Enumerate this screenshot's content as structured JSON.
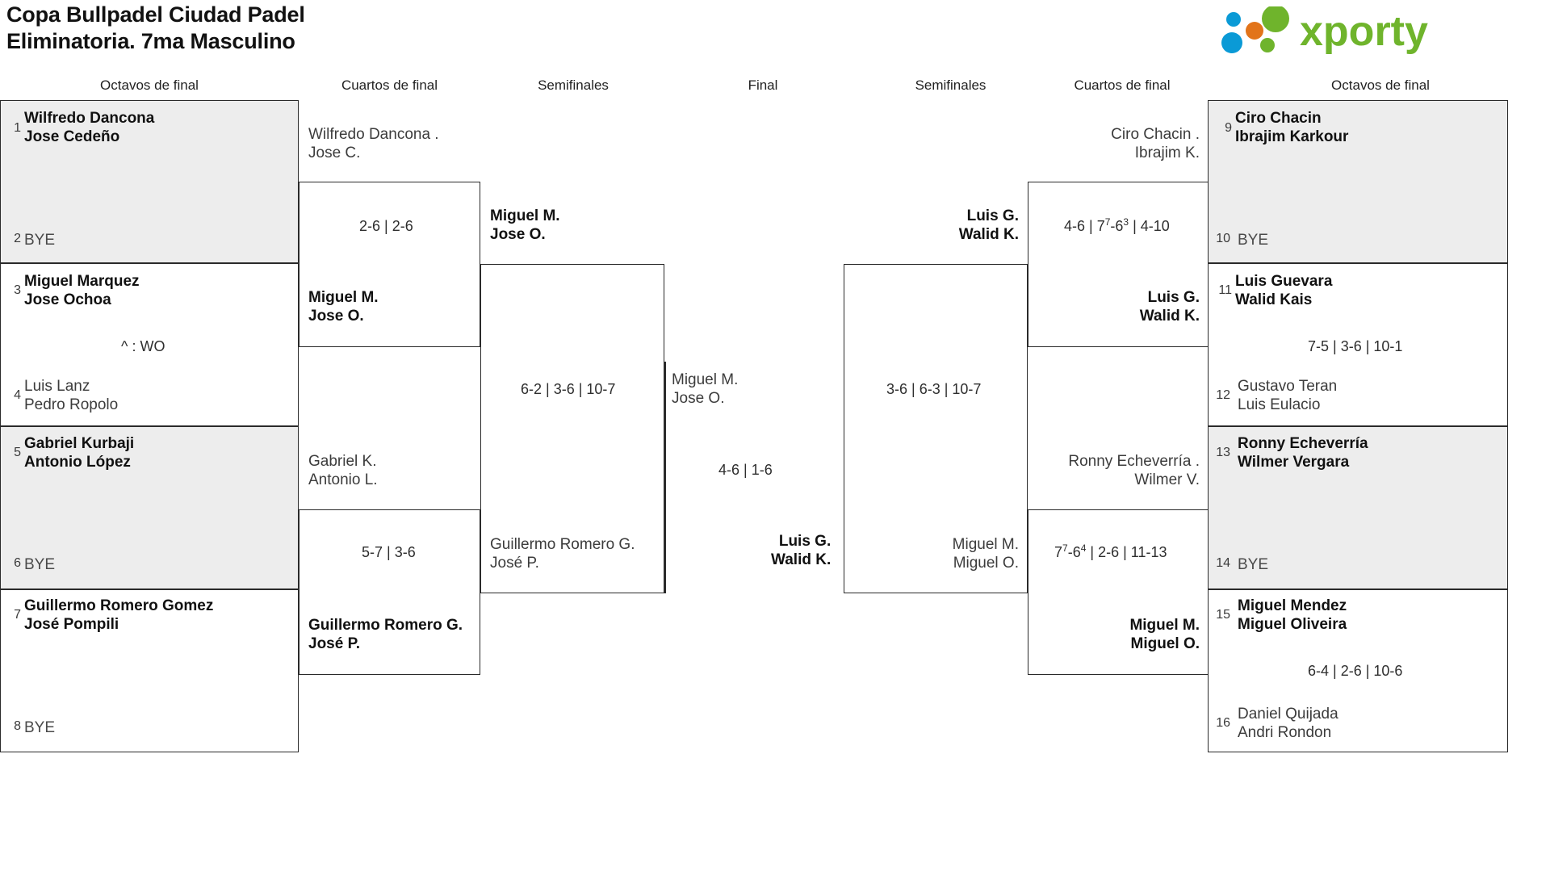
{
  "header": {
    "title_line1": "Copa Bullpadel Ciudad Padel",
    "title_line2": "Eliminatoria. 7ma Masculino",
    "logo_text": "xporty",
    "logo_colors": {
      "green": "#6fb42c",
      "blue": "#0a9ad6",
      "orange": "#e2741a"
    }
  },
  "rounds": [
    {
      "key": "r16_left",
      "label": "Octavos de final"
    },
    {
      "key": "qf_left",
      "label": "Cuartos de final"
    },
    {
      "key": "sf_left",
      "label": "Semifinales"
    },
    {
      "key": "final",
      "label": "Final"
    },
    {
      "key": "sf_right",
      "label": "Semifinales"
    },
    {
      "key": "qf_right",
      "label": "Cuartos de final"
    },
    {
      "key": "r16_right",
      "label": "Octavos de final"
    }
  ],
  "labels": {
    "bye": "BYE",
    "walkover": "^ : WO"
  },
  "left_r16": [
    {
      "seed": "1",
      "p1": "Wilfredo Dancona",
      "p2": "Jose Cedeño",
      "winner": true,
      "bye": false
    },
    {
      "seed": "2",
      "p1": "BYE",
      "p2": "",
      "winner": false,
      "bye": true
    },
    {
      "seed": "3",
      "p1": "Miguel Marquez",
      "p2": "Jose Ochoa",
      "winner": true,
      "bye": false
    },
    {
      "seed": "4",
      "p1": "Luis Lanz",
      "p2": "Pedro Ropolo",
      "winner": false,
      "bye": false
    },
    {
      "seed": "5",
      "p1": "Gabriel Kurbaji",
      "p2": "Antonio López",
      "winner": true,
      "bye": false
    },
    {
      "seed": "6",
      "p1": "BYE",
      "p2": "",
      "winner": false,
      "bye": true
    },
    {
      "seed": "7",
      "p1": "Guillermo Romero Gomez",
      "p2": "José Pompili",
      "winner": true,
      "bye": false
    },
    {
      "seed": "8",
      "p1": "BYE",
      "p2": "",
      "winner": false,
      "bye": true
    }
  ],
  "right_r16": [
    {
      "seed": "9",
      "p1": "Ciro Chacin",
      "p2": "Ibrajim Karkour",
      "winner": true,
      "bye": false
    },
    {
      "seed": "10",
      "p1": "BYE",
      "p2": "",
      "winner": false,
      "bye": true
    },
    {
      "seed": "11",
      "p1": "Luis Guevara",
      "p2": "Walid Kais",
      "winner": true,
      "bye": false
    },
    {
      "seed": "12",
      "p1": "Gustavo Teran",
      "p2": "Luis Eulacio",
      "winner": false,
      "bye": false
    },
    {
      "seed": "13",
      "p1": "Ronny Echeverría",
      "p2": "Wilmer Vergara",
      "winner": true,
      "bye": false
    },
    {
      "seed": "14",
      "p1": "BYE",
      "p2": "",
      "winner": false,
      "bye": true
    },
    {
      "seed": "15",
      "p1": "Miguel Mendez",
      "p2": "Miguel Oliveira",
      "winner": true,
      "bye": false
    },
    {
      "seed": "16",
      "p1": "Daniel Quijada",
      "p2": "Andri Rondon",
      "winner": false,
      "bye": false
    }
  ],
  "r16_scores": {
    "left_m2": "^ : WO",
    "right_m2": "7-5 | 3-6 | 10-1",
    "right_m4": "6-4 | 2-6 | 10-6"
  },
  "left_qf": [
    {
      "top_p1": "Wilfredo Dancona .",
      "top_p2": "Jose C.",
      "top_win": false,
      "bot_p1": "Miguel M.",
      "bot_p2": "Jose O.",
      "bot_win": true,
      "score": "2-6 | 2-6"
    },
    {
      "top_p1": "Gabriel K.",
      "top_p2": "Antonio L.",
      "top_win": false,
      "bot_p1": "Guillermo Romero G.",
      "bot_p2": "José P.",
      "bot_win": true,
      "score": "5-7 | 3-6"
    }
  ],
  "left_sf": {
    "top_p1": "Miguel M.",
    "top_p2": "Jose O.",
    "top_win": true,
    "bot_p1": "Guillermo Romero G.",
    "bot_p2": "José P.",
    "bot_win": false,
    "score": "6-2 | 3-6 | 10-7"
  },
  "right_qf": [
    {
      "top_p1": "Ciro Chacin .",
      "top_p2": "Ibrajim K.",
      "top_win": false,
      "bot_p1": "Luis G.",
      "bot_p2": "Walid K.",
      "bot_win": true,
      "score_html": "4-6 | 7<sup>7</sup>-6<sup>3</sup> | 4-10",
      "score_plain": "4-6 | 7(7)-6(3) | 4-10"
    },
    {
      "top_p1": "Ronny Echeverría .",
      "top_p2": "Wilmer V.",
      "top_win": false,
      "bot_p1": "Miguel M.",
      "bot_p2": "Miguel O.",
      "bot_win": true,
      "score_html": "7<sup>7</sup>-6<sup>4</sup> | 2-6 | 11-13",
      "score_plain": "7(7)-6(4) | 2-6 | 11-13"
    }
  ],
  "right_sf": {
    "top_p1": "Luis G.",
    "top_p2": "Walid K.",
    "top_win": true,
    "bot_p1": "Miguel M.",
    "bot_p2": "Miguel O.",
    "bot_win": false,
    "score": "3-6 | 6-3 | 10-7"
  },
  "final": {
    "left_p1": "Miguel M.",
    "left_p2": "Jose O.",
    "left_win": false,
    "right_p1": "Luis G.",
    "right_p2": "Walid K.",
    "right_win": true,
    "score": "4-6 | 1-6"
  }
}
